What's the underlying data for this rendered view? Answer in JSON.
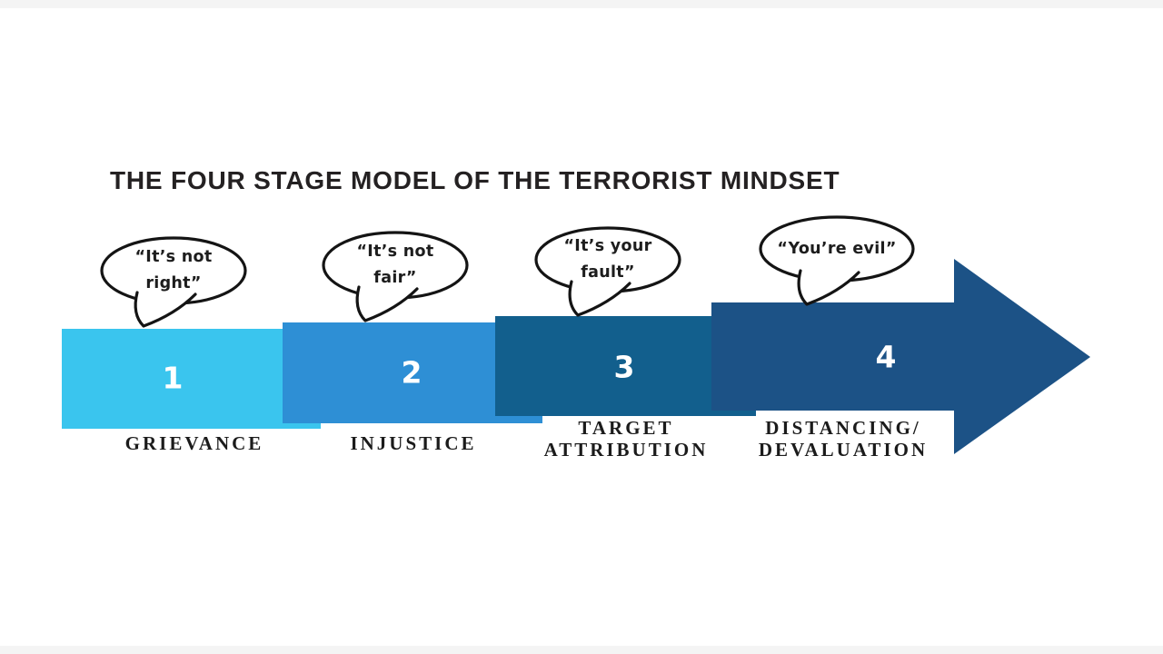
{
  "page": {
    "title": "THE FOUR STAGE MODEL OF THE TERRORIST MINDSET"
  },
  "stages": [
    {
      "number": "1",
      "quote_line1": "“It’s not",
      "quote_line2": "right”",
      "label_line1": "GRIEVANCE",
      "label_line2": "",
      "color": "#3ac5ee"
    },
    {
      "number": "2",
      "quote_line1": "“It’s not",
      "quote_line2": "fair”",
      "label_line1": "INJUSTICE",
      "label_line2": "",
      "color": "#2e8fd5"
    },
    {
      "number": "3",
      "quote_line1": "“It’s your",
      "quote_line2": "fault”",
      "label_line1": "TARGET",
      "label_line2": "ATTRIBUTION",
      "color": "#125f8d"
    },
    {
      "number": "4",
      "quote_line1": "“You’re evil”",
      "quote_line2": "",
      "label_line1": "DISTANCING/",
      "label_line2": "DEVALUATION",
      "color": "#1c5286"
    }
  ],
  "bubble_style": {
    "stroke_color": "#141414",
    "fill_color": "#ffffff"
  }
}
